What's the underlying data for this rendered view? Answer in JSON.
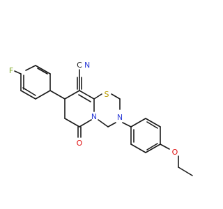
{
  "molecule": {
    "atoms": {
      "nitrile_carbon": "C",
      "nitrile_nitrogen": "N",
      "sulfur": "S",
      "fluorine": "F",
      "ring_nitrogen": "N",
      "amine_nitrogen": "N",
      "carbonyl_oxygen": "O",
      "ether_oxygen": "O"
    },
    "colors": {
      "bond": "#1a1a1a",
      "carbon": "#1a1a1a",
      "nitrogen": "#2b3bd6",
      "sulfur": "#b89b00",
      "fluorine": "#7aa51e",
      "oxygen": "#e01010"
    }
  }
}
